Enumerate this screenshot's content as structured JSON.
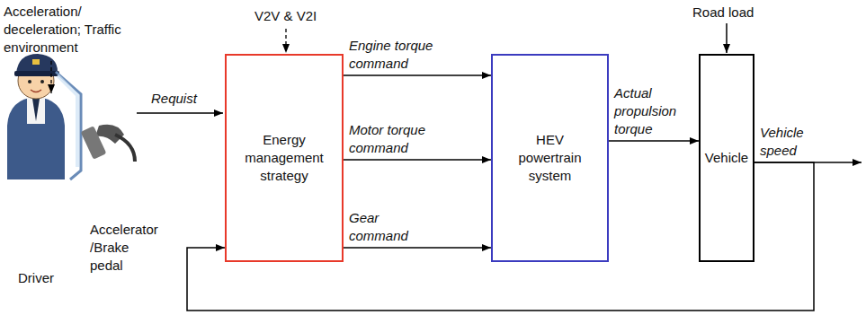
{
  "diagram": {
    "nodes": [
      {
        "text": [
          "Energy management strategy"
        ]
      },
      {
        "text": [
          "HEV powertrain system"
        ]
      },
      {
        "text": [
          "Vehicle"
        ]
      }
    ],
    "edges": [
      {
        "from": 0,
        "to": 1,
        "label": "Engine torque command",
        "arrow": "to"
      },
      {
        "from": 0,
        "to": 1,
        "label": "Motor torque command",
        "arrow": "to"
      },
      {
        "from": 0,
        "to": 1,
        "label": "Gear command",
        "arrow": "to"
      },
      {
        "from": 1,
        "to": 2,
        "label": "Actual propulsion torque",
        "arrow": "to"
      },
      {
        "from": 2,
        "to": 0,
        "arrow": "to"
      }
    ],
    "labels": [
      "Acceleration/ deceleration; Traffic environment",
      "V2V & V2I",
      "Road load",
      "Driver",
      "Accelerator /Brake pedal",
      "Requist",
      "Vehicle speed"
    ]
  }
}
